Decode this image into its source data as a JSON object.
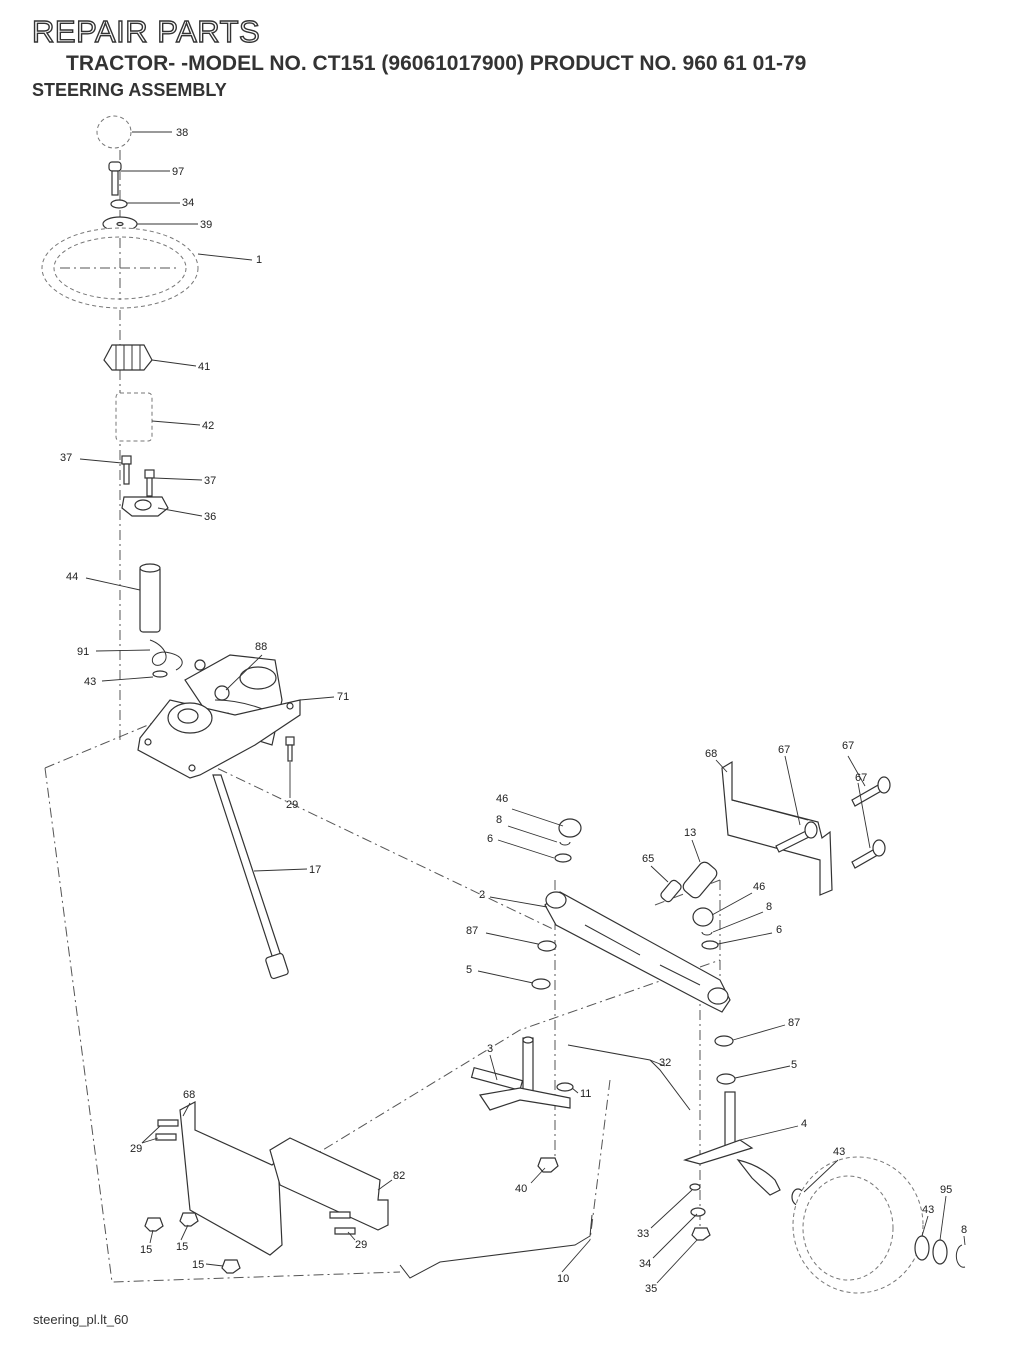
{
  "header": {
    "title": "REPAIR PARTS",
    "model_line": "TRACTOR- -MODEL NO. CT151 (96061017900) PRODUCT NO. 960 61 01-79",
    "section": "STEERING ASSEMBLY"
  },
  "footer": {
    "file_ref": "steering_pl.lt_60"
  },
  "callouts": [
    "38",
    "97",
    "34",
    "39",
    "1",
    "41",
    "42",
    "37",
    "37",
    "36",
    "44",
    "91",
    "88",
    "43",
    "71",
    "29",
    "17",
    "46",
    "8",
    "6",
    "68",
    "67",
    "67",
    "67",
    "13",
    "65",
    "46",
    "8",
    "6",
    "2",
    "87",
    "5",
    "3",
    "32",
    "11",
    "87",
    "5",
    "4",
    "68",
    "29",
    "40",
    "82",
    "43",
    "15",
    "15",
    "15",
    "29",
    "33",
    "34",
    "35",
    "10",
    "43",
    "95",
    "8"
  ]
}
